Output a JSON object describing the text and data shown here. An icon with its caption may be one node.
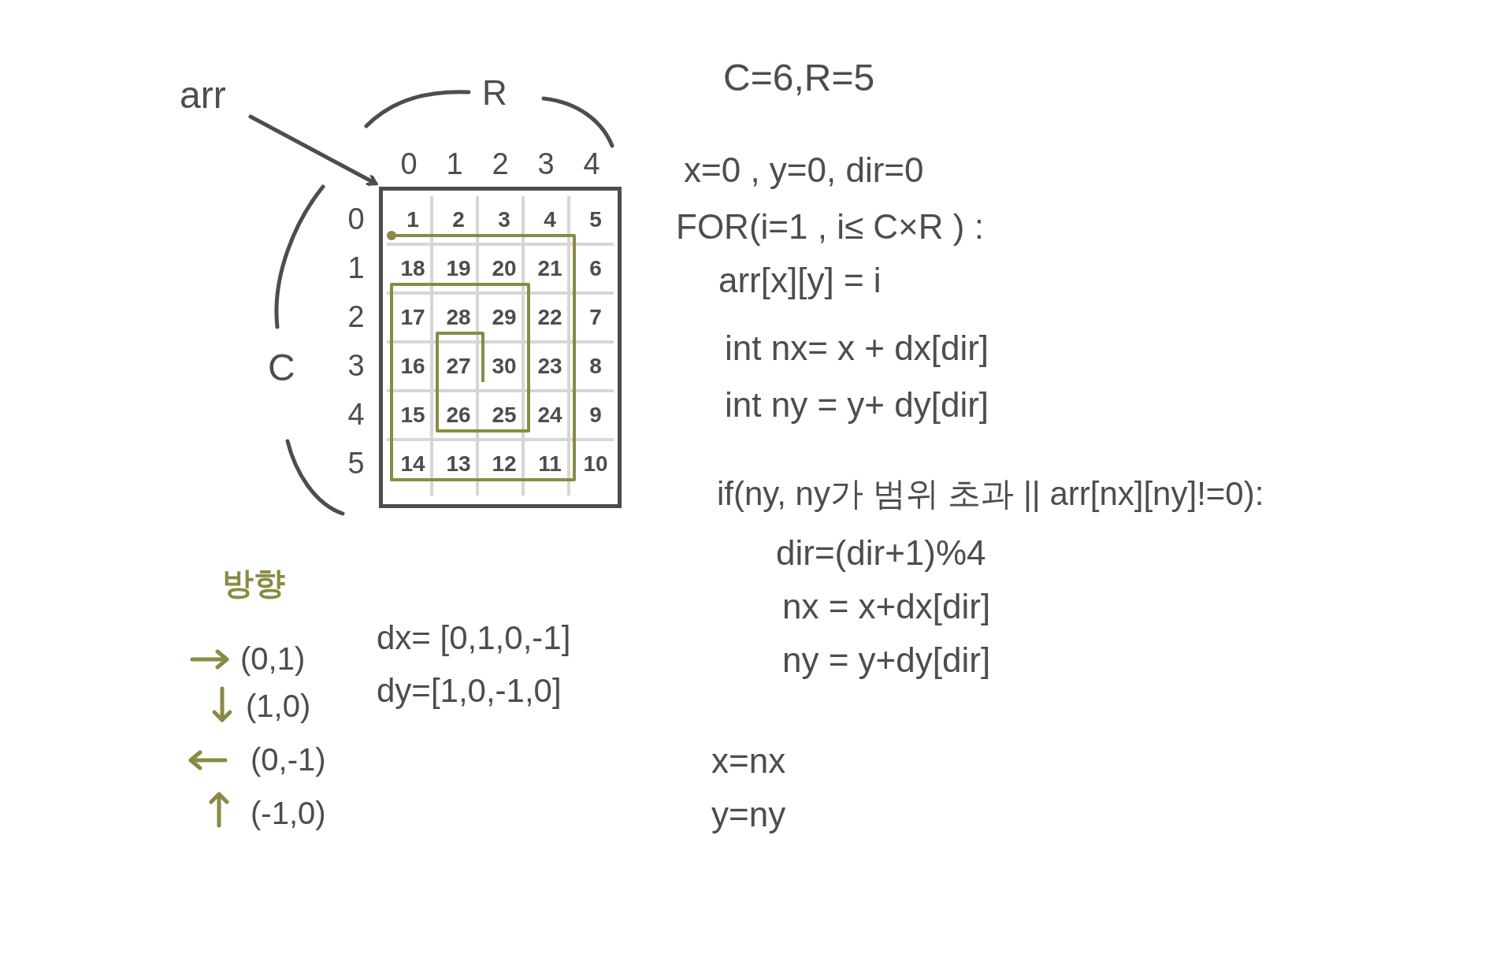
{
  "diagram": {
    "nodes": [
      {
        "text": [
          "arr"
        ]
      },
      {
        "text": [],
        "shape": "box"
      }
    ],
    "edges": [
      {
        "from": 0,
        "to": 1,
        "arrow": "to"
      }
    ],
    "labels": [
      "R",
      "C=6,R=5",
      "0",
      "1",
      "2",
      "3",
      "4",
      "x=0 , y=0, dir=0",
      "FOR(i=1 , i≤ C×R ) :",
      "0",
      "1",
      "2",
      "3",
      "4",
      "5",
      "1",
      "18",
      "19",
      "20",
      "21",
      "6",
      "2",
      "17",
      "28",
      "29",
      "22",
      "7",
      "3",
      "16",
      "27",
      "30",
      "23",
      "8",
      "4",
      "15",
      "26",
      "25",
      "24",
      "9",
      "5",
      "14",
      "13",
      "12",
      "11",
      "10",
      "C",
      "arr[x][y] = i",
      "int nx= x + dx[dir]",
      "int ny = y+ dy[dir]",
      "if(ny, ny가 범위 초과 || arr[nx][ny]!=0):",
      "dir=(dir+1)%4",
      "nx = x+dx[dir]",
      "ny = y+dy[dir]",
      "x=nx",
      "y=ny",
      "방향",
      "(0,1)",
      "dx= [0,1,0,-1]",
      "(1,0)",
      "dy=[1,0,-1,0]",
      "(0,-1)",
      "(-1,0)"
    ]
  }
}
